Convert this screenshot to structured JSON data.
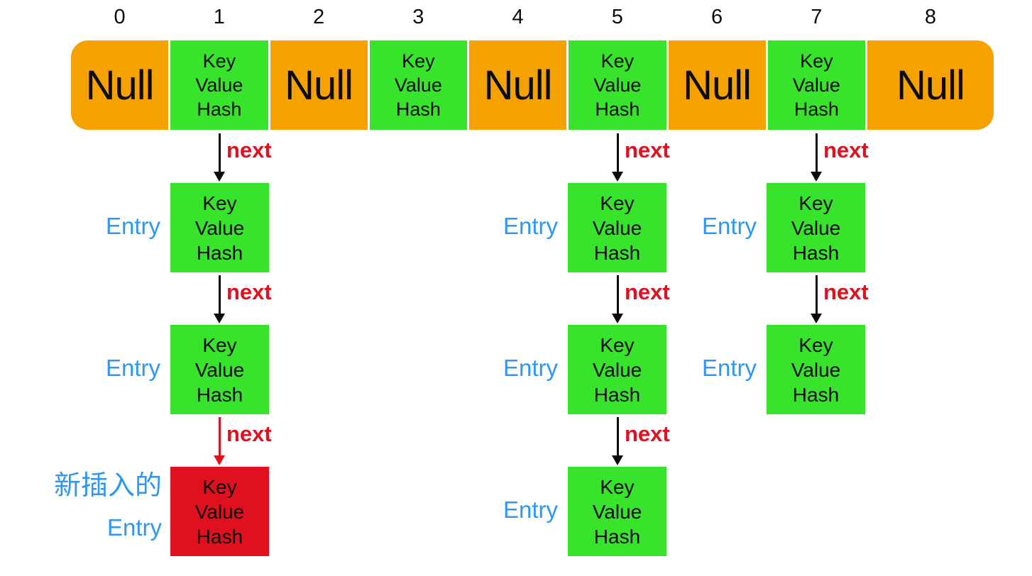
{
  "array": {
    "indices": [
      "0",
      "1",
      "2",
      "3",
      "4",
      "5",
      "6",
      "7",
      "8"
    ],
    "cells": [
      {
        "type": "null",
        "text": "Null"
      },
      {
        "type": "entry",
        "text": "Key\nValue\nHash"
      },
      {
        "type": "null",
        "text": "Null"
      },
      {
        "type": "entry",
        "text": "Key\nValue\nHash"
      },
      {
        "type": "null",
        "text": "Null"
      },
      {
        "type": "entry",
        "text": "Key\nValue\nHash"
      },
      {
        "type": "null",
        "text": "Null"
      },
      {
        "type": "entry",
        "text": "Key\nValue\nHash"
      },
      {
        "type": "null",
        "text": "Null"
      }
    ]
  },
  "node": {
    "text": "Key\nValue\nHash"
  },
  "labels": {
    "entry": "Entry",
    "next": "next",
    "new_entry_line1": "新插入的",
    "new_entry_line2": "Entry"
  },
  "chains": [
    {
      "bucket": "1",
      "entries": [
        "green",
        "green",
        "red-new-entry"
      ]
    },
    {
      "bucket": "5",
      "entries": [
        "green",
        "green",
        "green"
      ]
    },
    {
      "bucket": "7",
      "entries": [
        "green",
        "green"
      ]
    }
  ],
  "colors": {
    "null_slot": "#F5A100",
    "entry_slot": "#37E32B",
    "new_entry": "#E0101E",
    "next_text": "#E0101E",
    "entry_label": "#3096F3"
  }
}
